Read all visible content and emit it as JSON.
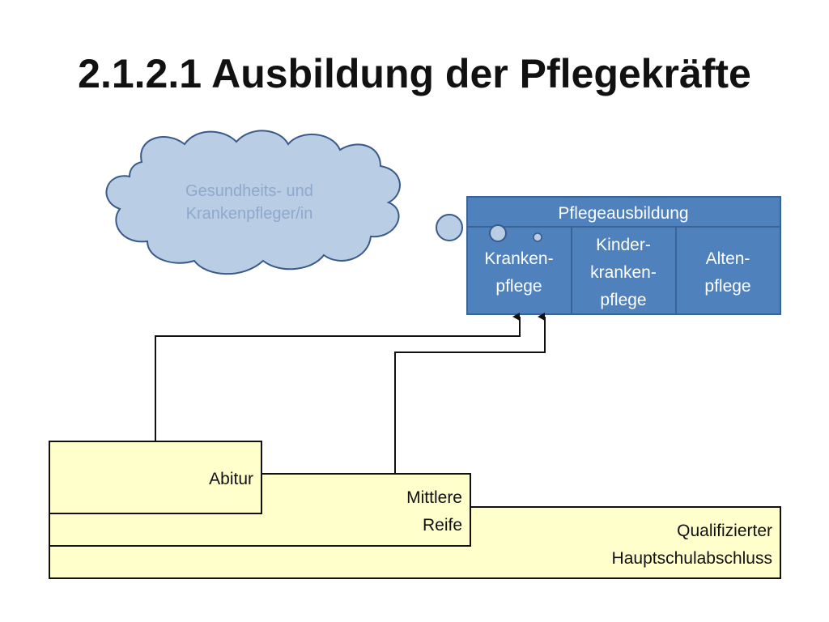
{
  "title": "2.1.2.1 Ausbildung der Pflegekräfte",
  "thought_cloud": {
    "lines": [
      "Gesundheits- und",
      "Krankenpfleger/in"
    ]
  },
  "training_box": {
    "header": "Pflegeausbildung",
    "columns": [
      {
        "lines": [
          "Kranken-",
          "pflege"
        ]
      },
      {
        "lines": [
          "Kinder-",
          "kranken-",
          "pflege"
        ]
      },
      {
        "lines": [
          "Alten-",
          "pflege"
        ]
      }
    ]
  },
  "qualifications": {
    "abitur": {
      "lines": [
        "Abitur"
      ]
    },
    "mittlere_reife": {
      "lines": [
        "Mittlere",
        "Reife"
      ]
    },
    "hauptschule": {
      "lines": [
        "Qualifizierter",
        "Hauptschulabschluss"
      ]
    }
  },
  "colors": {
    "box_fill": "#4f81bd",
    "box_stroke": "#3a6496",
    "cloud_fill": "#b9cde5",
    "cloud_stroke": "#3a5a8a",
    "cloud_text": "#8ea9cd",
    "step_fill": "#ffffcc"
  }
}
